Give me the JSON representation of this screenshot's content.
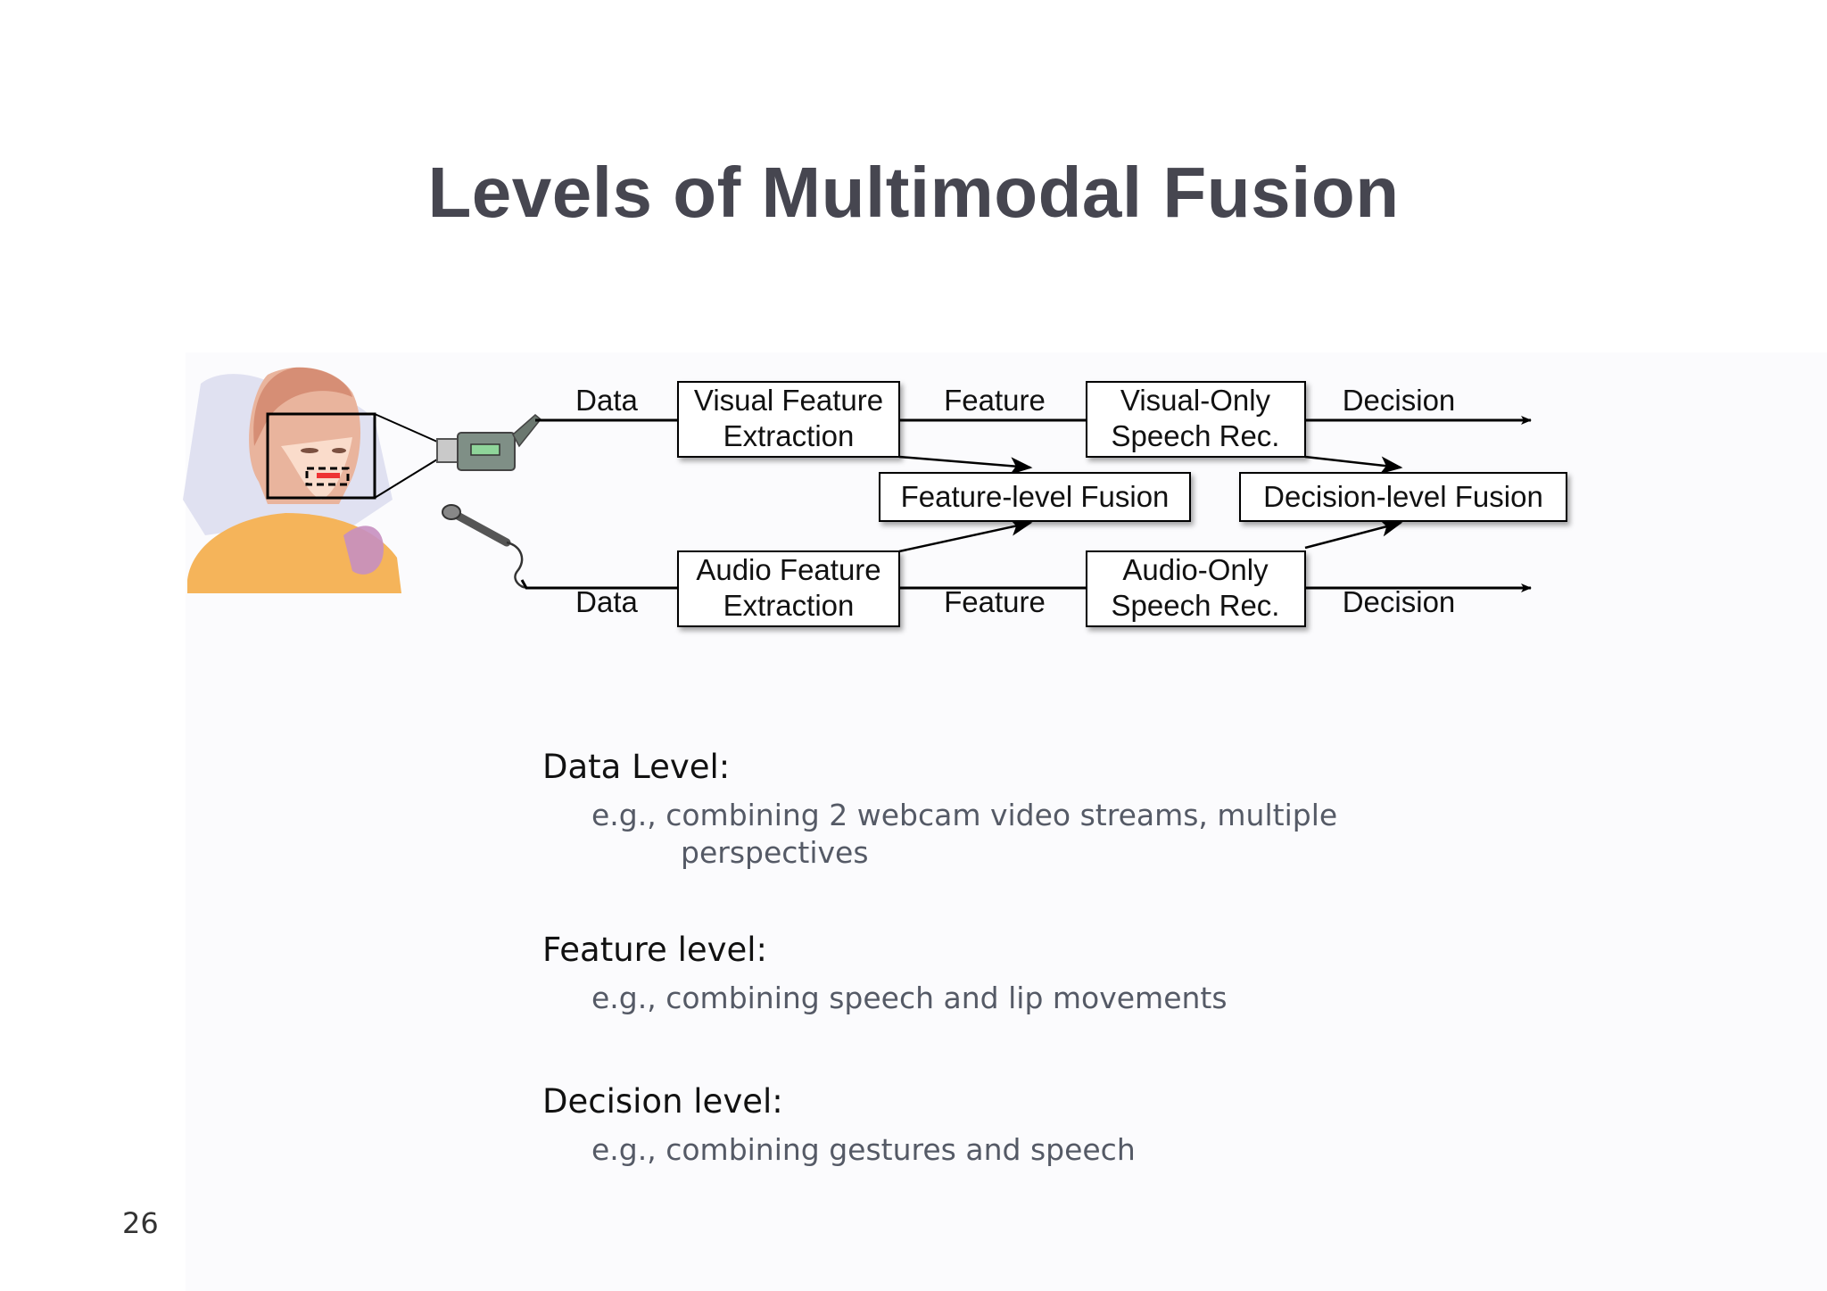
{
  "slide": {
    "title": "Levels of Multimodal Fusion",
    "page_number": "26"
  },
  "diagram": {
    "flow_labels": {
      "data_top": "Data",
      "data_bottom": "Data",
      "feature_top": "Feature",
      "feature_bottom": "Feature",
      "decision_top": "Decision",
      "decision_bottom": "Decision"
    },
    "boxes": {
      "visual_feature": [
        "Visual Feature",
        "Extraction"
      ],
      "audio_feature": [
        "Audio Feature",
        "Extraction"
      ],
      "visual_only": [
        "Visual-Only",
        "Speech Rec."
      ],
      "audio_only": [
        "Audio-Only",
        "Speech Rec."
      ],
      "feature_fusion": "Feature-level Fusion",
      "decision_fusion": "Decision-level Fusion"
    },
    "icons": [
      "person-icon",
      "video-camera-icon",
      "microphone-icon"
    ]
  },
  "sections": [
    {
      "heading": "Data Level:",
      "example": "e.g., combining 2 webcam video streams, multiple",
      "example_cont": "perspectives"
    },
    {
      "heading": "Feature level:",
      "example": "e.g., combining speech and lip movements"
    },
    {
      "heading": "Decision level:",
      "example": "e.g., combining gestures and speech"
    }
  ]
}
